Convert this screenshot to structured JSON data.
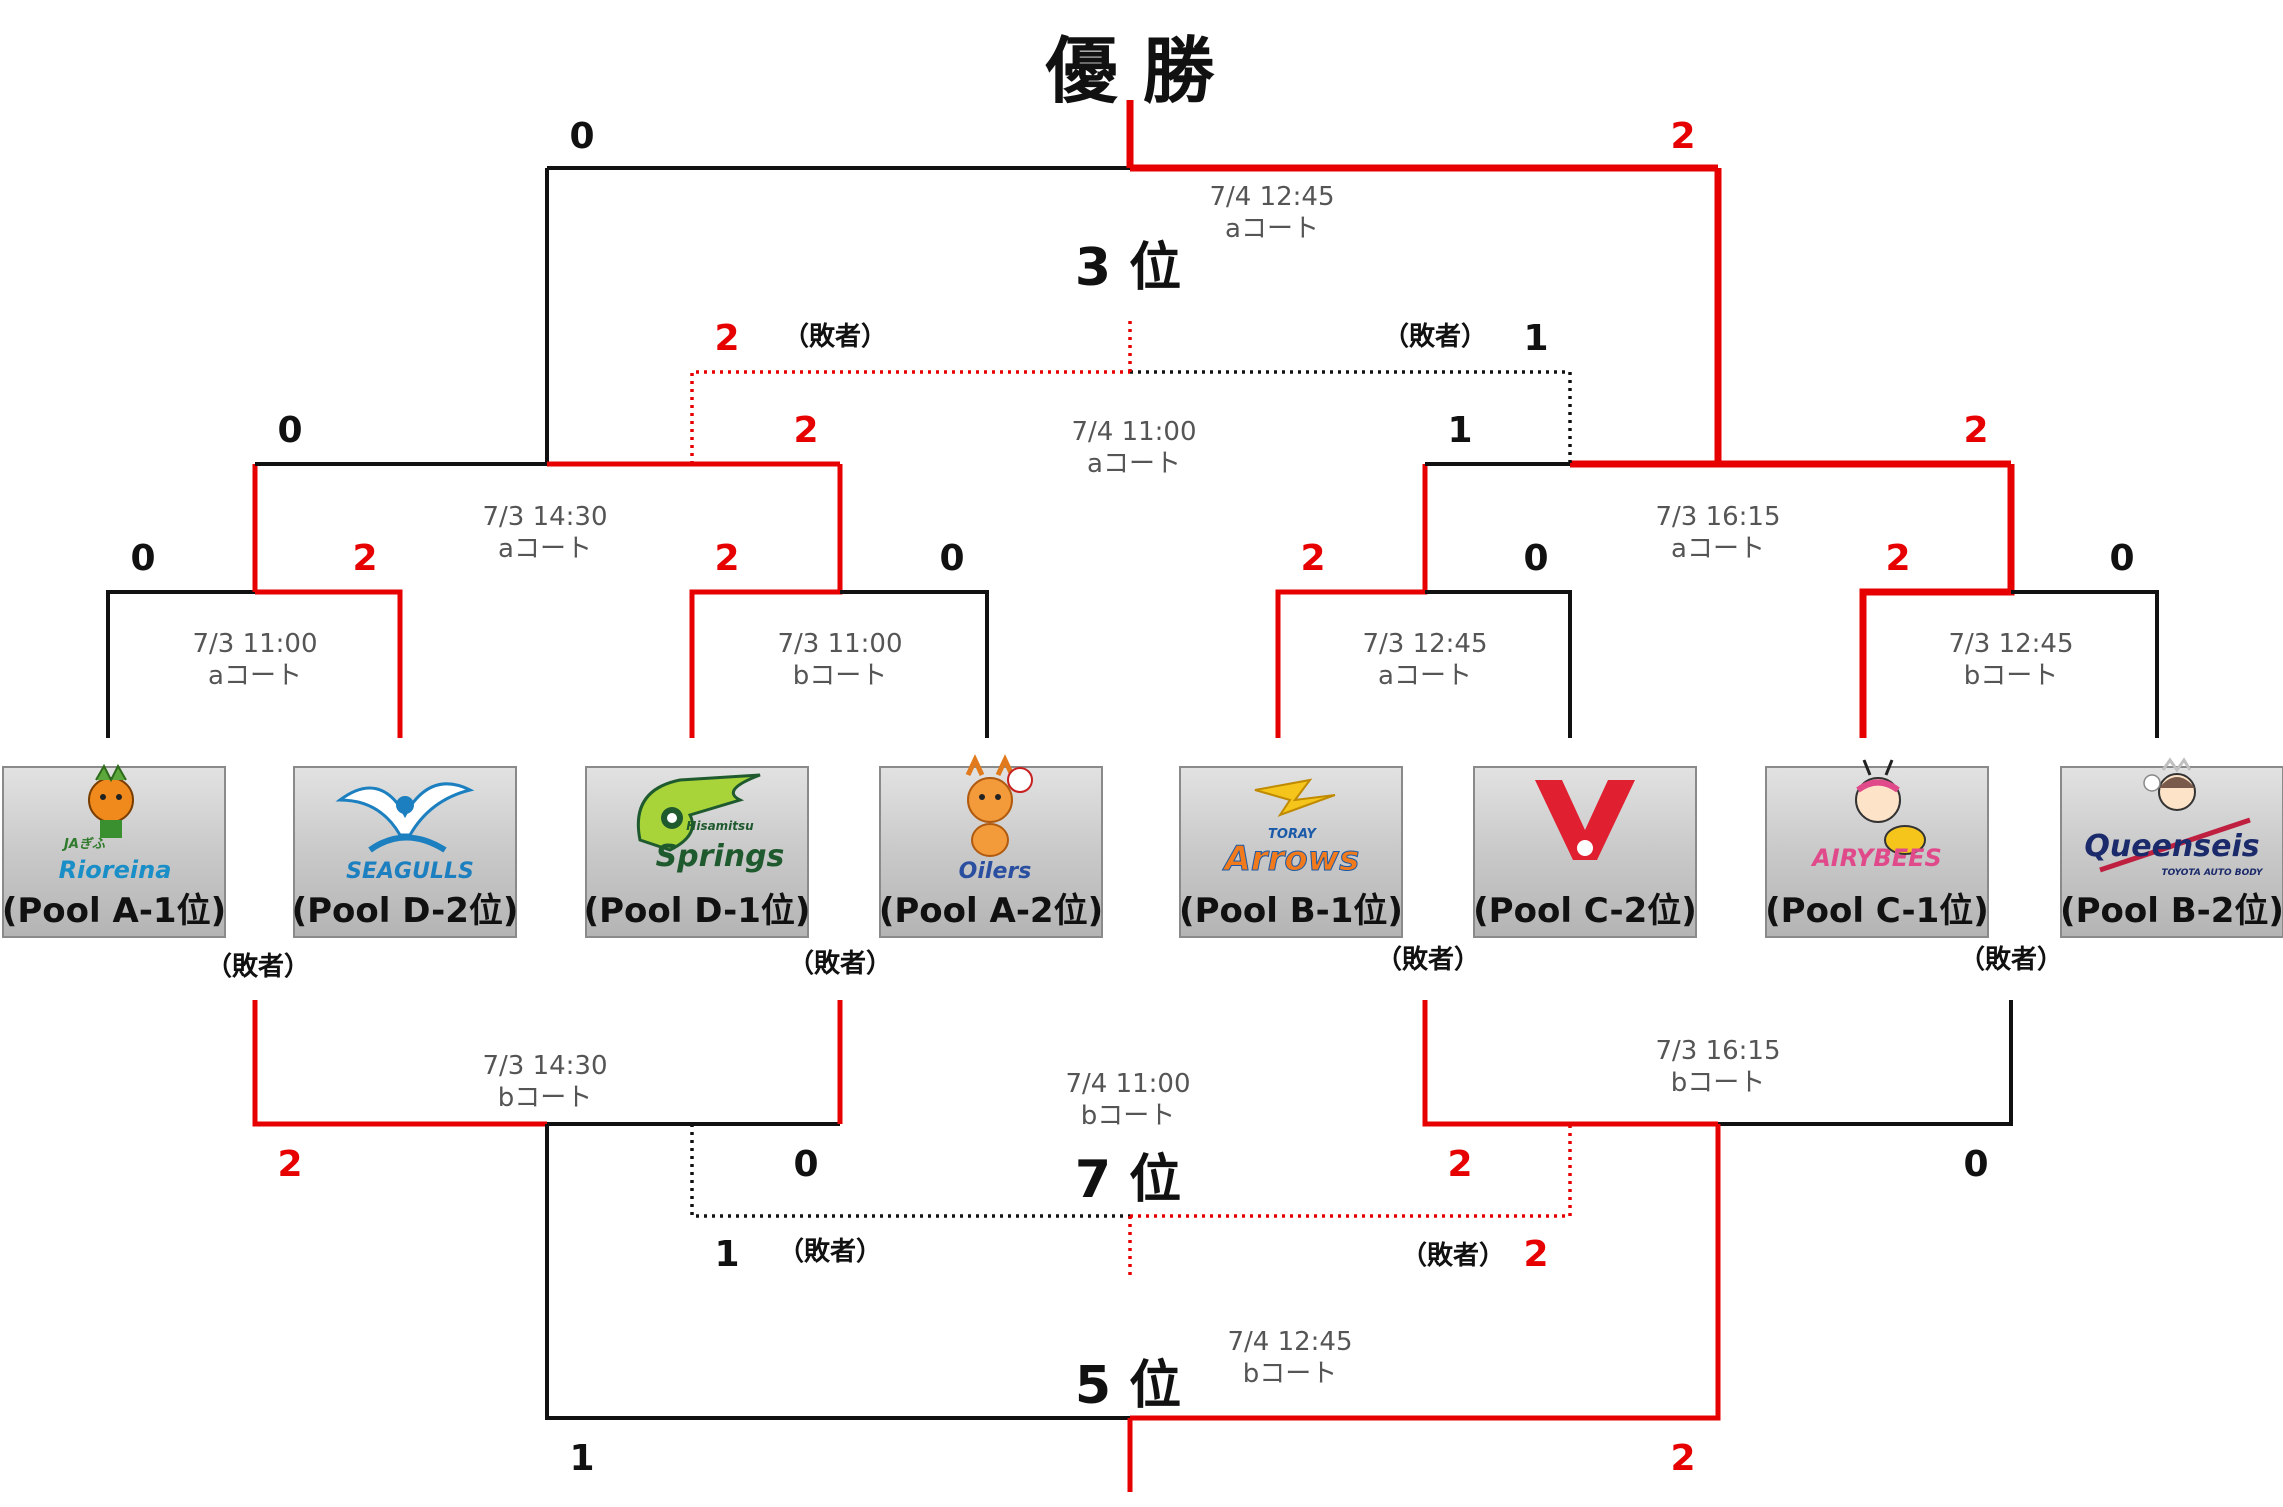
{
  "title": "優 勝",
  "places": {
    "third": "3 位",
    "fifth": "5 位",
    "seventh": "7 位"
  },
  "loser_label": "（敗者）",
  "teams": [
    {
      "label": "(Pool A-1位)",
      "logo": "Rioreina",
      "logo_sub": "JAぎふ",
      "icon": "orange-mascot-icon"
    },
    {
      "label": "(Pool D-2位)",
      "logo": "SEAGULLS",
      "icon": "seagull-icon"
    },
    {
      "label": "(Pool D-1位)",
      "logo": "Springs",
      "logo_sub": "Hisamitsu",
      "icon": "bird-head-icon"
    },
    {
      "label": "(Pool A-2位)",
      "logo": "Oilers",
      "icon": "deer-mascot-icon"
    },
    {
      "label": "(Pool B-1位)",
      "logo": "Arrows",
      "logo_sub": "TORAY",
      "icon": "arrow-logo-icon"
    },
    {
      "label": "(Pool C-2位)",
      "logo": "V",
      "icon": "red-v-logo-icon"
    },
    {
      "label": "(Pool C-1位)",
      "logo": "AIRYBEES",
      "icon": "bee-mascot-icon"
    },
    {
      "label": "(Pool B-2位)",
      "logo": "Queenseis",
      "logo_sub": "TOYOTA AUTO BODY",
      "icon": "queen-mascot-icon"
    }
  ],
  "matches": {
    "r1_1": {
      "date": "7/3 11:00",
      "court": "aコート",
      "score_left": "0",
      "score_right": "2"
    },
    "r1_2": {
      "date": "7/3 11:00",
      "court": "bコート",
      "score_left": "2",
      "score_right": "0"
    },
    "r1_3": {
      "date": "7/3 12:45",
      "court": "aコート",
      "score_left": "2",
      "score_right": "0"
    },
    "r1_4": {
      "date": "7/3 12:45",
      "court": "bコート",
      "score_left": "2",
      "score_right": "0"
    },
    "sf_1": {
      "date": "7/3 14:30",
      "court": "aコート",
      "score_left": "0",
      "score_right": "2"
    },
    "sf_2": {
      "date": "7/3 16:15",
      "court": "aコート",
      "score_left": "1",
      "score_right": "2"
    },
    "final": {
      "date": "7/4 12:45",
      "court": "aコート",
      "score_left": "0",
      "score_right": "2"
    },
    "third": {
      "date": "7/4 11:00",
      "court": "aコート",
      "score_left": "2",
      "score_right": "1"
    },
    "cons_1": {
      "date": "7/3 14:30",
      "court": "bコート",
      "score_left": "2",
      "score_right": "0"
    },
    "cons_2": {
      "date": "7/3 16:15",
      "court": "bコート",
      "score_left": "2",
      "score_right": "0"
    },
    "fifth": {
      "date": "7/4 12:45",
      "court": "bコート",
      "score_left": "1",
      "score_right": "2"
    },
    "seventh": {
      "date": "7/4 11:00",
      "court": "bコート",
      "score_left": "1",
      "score_right": "2"
    }
  },
  "colors": {
    "win": "#e60000",
    "lose": "#111111",
    "box": "#c8c8c8"
  }
}
